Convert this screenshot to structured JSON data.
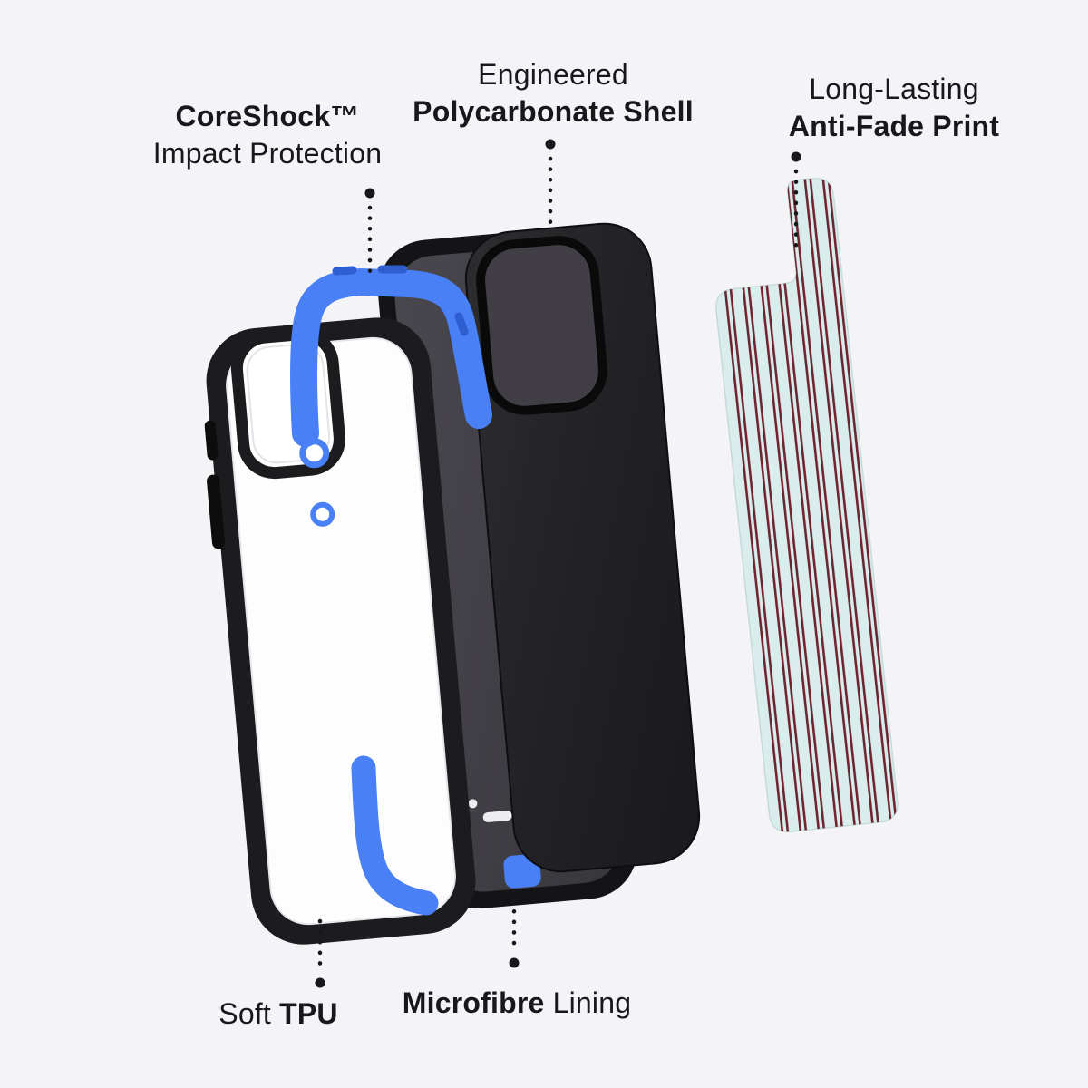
{
  "colors": {
    "background": "#f4f4f6",
    "text": "#17181a",
    "accent_blue": "#4a80f5",
    "accent_blue_dark": "#2f5ed0",
    "case_black": "#1c1c1e",
    "shell_dark": "#232327",
    "lining_gray": "#413f45",
    "back_panel": "#fdfdfe",
    "print_base": "#d9edec",
    "print_stripe": "#6e2532",
    "connector": "#17181a"
  },
  "callouts": {
    "coreshock": {
      "brand": "CoreShock™",
      "descriptor": "Impact Protection"
    },
    "shell": {
      "lead": "Engineered",
      "emphasis": "Polycarbonate Shell"
    },
    "print": {
      "lead": "Long-Lasting",
      "emphasis": "Anti-Fade Print"
    },
    "tpu": {
      "lead": "Soft",
      "emphasis": "TPU"
    },
    "lining": {
      "emphasis": "Microfibre",
      "rest": "Lining"
    }
  }
}
